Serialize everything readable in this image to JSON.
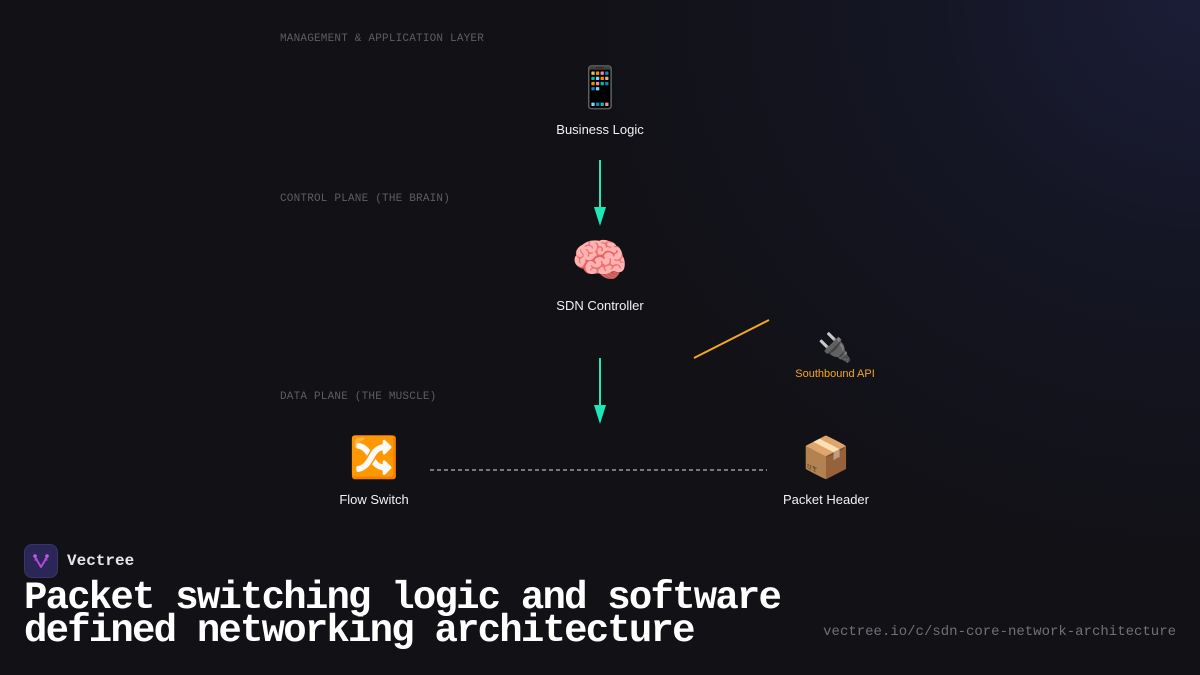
{
  "layers": [
    {
      "id": "management",
      "label": "MANAGEMENT & APPLICATION LAYER"
    },
    {
      "id": "control",
      "label": "CONTROL PLANE (THE BRAIN)"
    },
    {
      "id": "data",
      "label": "DATA PLANE (THE MUSCLE)"
    }
  ],
  "nodes": {
    "business_logic": {
      "label": "Business Logic",
      "icon": "mobile-phone-icon",
      "glyph": "📱"
    },
    "sdn_controller": {
      "label": "SDN Controller",
      "icon": "brain-icon",
      "glyph": "🧠"
    },
    "southbound_api": {
      "label": "Southbound API",
      "icon": "plug-icon",
      "glyph": "🔌"
    },
    "flow_switch": {
      "label": "Flow Switch",
      "icon": "shuffle-icon",
      "glyph": "🔀"
    },
    "packet_header": {
      "label": "Packet Header",
      "icon": "package-icon",
      "glyph": "📦"
    }
  },
  "edges": [
    {
      "from": "business_logic",
      "to": "sdn_controller",
      "style": "arrow",
      "color": "#1de9b6"
    },
    {
      "from": "sdn_controller",
      "to": "data_plane",
      "style": "arrow",
      "color": "#1de9b6"
    },
    {
      "from": "sdn_controller",
      "to": "southbound_api",
      "style": "line",
      "color": "#f5a623"
    },
    {
      "from": "flow_switch",
      "to": "packet_header",
      "style": "dashed",
      "color": "#9a9a9a"
    }
  ],
  "colors": {
    "accent_teal": "#1de9b6",
    "accent_orange": "#f5a623",
    "southbound_label": "#f5a623",
    "background": "#111116"
  },
  "brand": {
    "name": "Vectree",
    "logo_icon": "vectree-logo-icon"
  },
  "footer": {
    "title": "Packet switching logic and software\ndefined networking architecture",
    "url": "vectree.io/c/sdn-core-network-architecture"
  }
}
